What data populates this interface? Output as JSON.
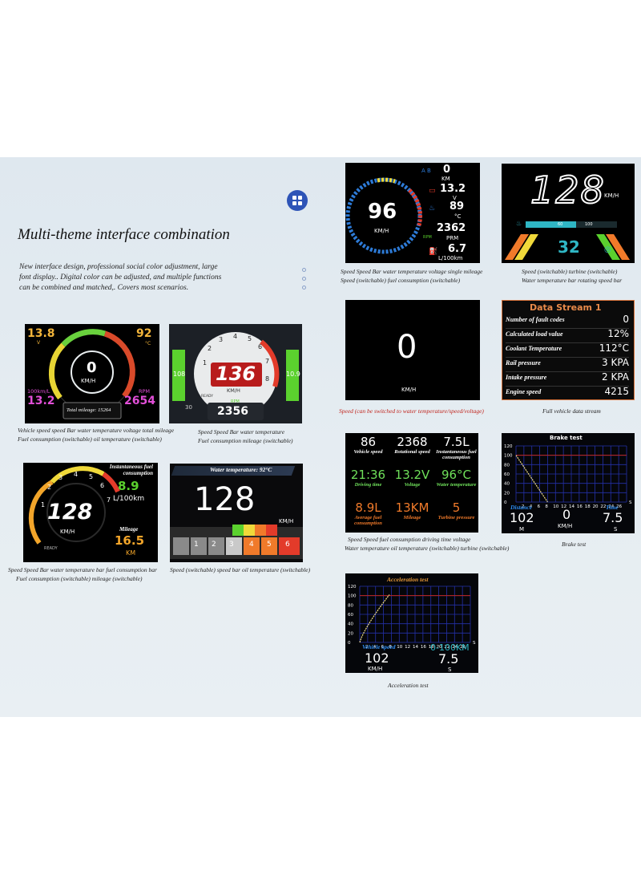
{
  "heading": "Multi-theme interface combination",
  "description": [
    "New interface design, professional social color adjustment, large",
    "font display.. Digital color can be adjusted, and multiple functions",
    "can be combined and matched,. Covers most scenarios."
  ],
  "icons": {
    "menu": "grid-menu-icon",
    "pager": "pager-dots-icon"
  },
  "colors": {
    "accent": "#2e54b7",
    "red_caption": "#c0261e"
  },
  "screen1": {
    "volt": "13.8",
    "volt_unit": "V",
    "temp": "92",
    "temp_unit": "°C",
    "speed": "0",
    "speed_unit": "KM/H",
    "fuel_unit": "100km/L",
    "fuel": "13.2",
    "rpm_unit": "RPM",
    "rpm": "2654",
    "mileage": "Total mileage: 15264"
  },
  "cap1": [
    "Vehicle speed speed Bar water temperature voltage total mileage",
    "Fuel consumption (switchable) oil temperature (switchable)"
  ],
  "screen2": {
    "ticks": [
      "1",
      "2",
      "3",
      "4",
      "5",
      "6",
      "7",
      "8"
    ],
    "speed": "136",
    "unit": "KM/H",
    "rpm_label": "RPM",
    "rpm": "2356",
    "left": "108",
    "right": "10.9",
    "low": "30",
    "ready": "READY"
  },
  "cap2": [
    "Speed Speed Bar water temperature",
    "Fuel consumption mileage (switchable)"
  ],
  "screen3": {
    "fuel_title": "Instantaneous fuel consumption",
    "fuel": "8.9",
    "fuel_unit": "L/100km",
    "speed": "128",
    "unit": "KM/H",
    "mileage_label": "Mileage",
    "mileage": "16.5",
    "mileage_unit": "KM",
    "ticks": [
      "1",
      "2",
      "3",
      "4",
      "5",
      "6",
      "7"
    ],
    "ready": "READY"
  },
  "cap3": [
    "Speed Speed Bar water temperature bar fuel consumption bar",
    "Fuel consumption (switchable) mileage (switchable)"
  ],
  "screen4": {
    "title": "Water temperature: 92°C",
    "speed": "128",
    "unit": "KM/H",
    "gears": [
      "1",
      "2",
      "3",
      "4",
      "5",
      "6"
    ]
  },
  "cap4": [
    "Speed (switchable) speed bar oil temperature (switchable)"
  ],
  "screen5": {
    "ab": "A B",
    "trip": "0",
    "trip_unit": "KM",
    "volt": "13.2",
    "volt_unit": "V",
    "temp": "89",
    "temp_unit": "°C",
    "speed": "96",
    "unit": "KM/H",
    "rpm": "2362",
    "rpm_unit": "PRM",
    "rpm_label": "RPM",
    "fuel": "6.7",
    "fuel_unit": "L/100km"
  },
  "cap5": [
    "Speed Speed Bar water temperature voltage single mileage",
    "Speed (switchable) fuel consumption (switchable)"
  ],
  "screen6": {
    "speed": "128",
    "unit": "KM/H",
    "scale": [
      "60",
      "100"
    ],
    "turbo": "32",
    "water_temp_level": 0.55
  },
  "cap6": [
    "Speed (switchable) turbine (switchable)",
    "Water temperature bar rotating speed bar"
  ],
  "screen7": {
    "speed": "0",
    "unit": "KM/H"
  },
  "cap7": "Speed (can be switched to water temperature/speed/voltage)",
  "screen8": {
    "title": "Data Stream 1",
    "rows": [
      {
        "label": "Number of fault codes",
        "value": "0"
      },
      {
        "label": "Calculated load value",
        "value": "12%"
      },
      {
        "label": "Coolant Temperature",
        "value": "112°C"
      },
      {
        "label": "Rail pressure",
        "value": "3 KPA"
      },
      {
        "label": "Intake pressure",
        "value": "2 KPA"
      },
      {
        "label": "Engine speed",
        "value": "4215"
      }
    ]
  },
  "cap8": "Full vehicle data stream",
  "screen9": {
    "cells": [
      {
        "value": "86",
        "label": "Vehicle speed",
        "color": "#ffffff"
      },
      {
        "value": "2368",
        "label": "Rotational speed",
        "color": "#ffffff"
      },
      {
        "value": "7.5L",
        "label": "Instantaneous fuel consumption",
        "color": "#ffffff"
      },
      {
        "value": "21:36",
        "label": "Driving time",
        "color": "#6fe05a"
      },
      {
        "value": "13.2V",
        "label": "Voltage",
        "color": "#6fe05a"
      },
      {
        "value": "96°C",
        "label": "Water temperature",
        "color": "#6fe05a"
      },
      {
        "value": "8.9L",
        "label": "Average fuel consumption",
        "color": "#f07a2a"
      },
      {
        "value": "13KM",
        "label": "Mileage",
        "color": "#f07a2a"
      },
      {
        "value": "5",
        "label": "Turbine pressure",
        "color": "#f07a2a"
      }
    ]
  },
  "cap9": [
    "Speed Speed fuel consumption driving time voltage",
    "Water temperature oil temperature (switchable) turbine (switchable)"
  ],
  "screen10": {
    "title": "Brake test",
    "yticks": [
      "120",
      "100",
      "80",
      "60",
      "40",
      "20",
      "0"
    ],
    "xticks": [
      "2",
      "4",
      "6",
      "8",
      "10",
      "12",
      "14",
      "16",
      "18",
      "20",
      "22",
      "24",
      "26"
    ],
    "x_unit": "S",
    "distance_label": "Distance",
    "distance": "102",
    "distance_unit": "M",
    "speed": "0",
    "speed_unit": "KM/H",
    "time_label": "Time",
    "time": "7.5",
    "time_unit": "S"
  },
  "cap10": "Brake test",
  "screen11": {
    "title": "Acceleration test",
    "yticks": [
      "120",
      "100",
      "80",
      "60",
      "40",
      "20",
      "0"
    ],
    "xticks": [
      "2",
      "4",
      "6",
      "8",
      "10",
      "12",
      "14",
      "16",
      "18",
      "20",
      "22",
      "24",
      "26"
    ],
    "x_unit": "S",
    "speed_label": "Vehicle speed",
    "speed": "102",
    "speed_unit": "KM/H",
    "range": "0-100KM",
    "time": "7.5",
    "time_unit": "S"
  },
  "cap11": "Acceleration test"
}
